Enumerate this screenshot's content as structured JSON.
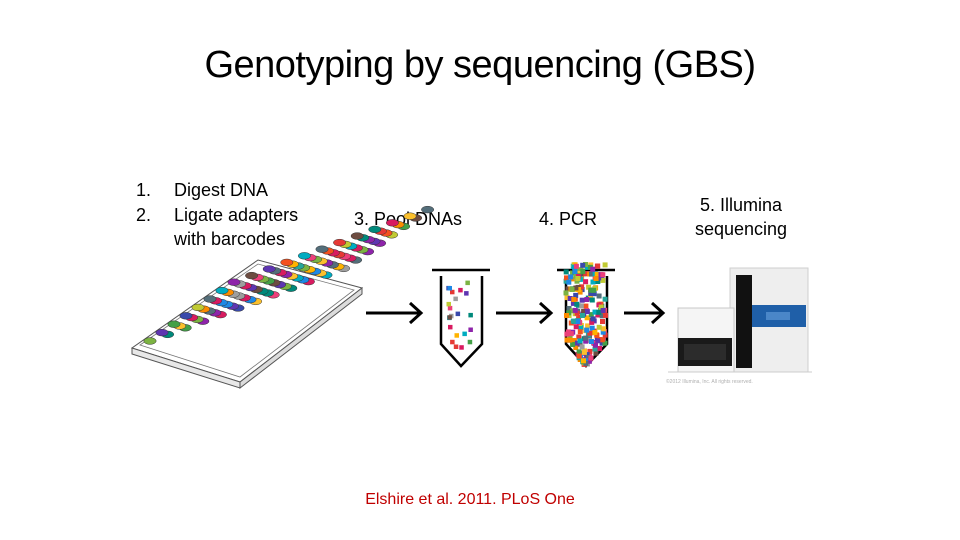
{
  "slide": {
    "title": "Genotyping by sequencing (GBS)",
    "steps_left": [
      {
        "num": "1.",
        "text": "Digest DNA"
      },
      {
        "num": "2.",
        "text": "Ligate adapters"
      },
      {
        "num": "",
        "text": "with barcodes"
      }
    ],
    "step3": "3. Pool DNAs",
    "step4": "4. PCR",
    "step5_line1": "5.  Illumina",
    "step5_line2": "sequencing",
    "citation": "Elshire et al. 2011. PLoS One"
  },
  "colors": {
    "title": "#000000",
    "citation": "#c00000",
    "arrow": "#000000",
    "sequencer_panel": "#1f5fa8"
  },
  "icons": [
    "plate-96-well-icon",
    "arrow-right-icon",
    "tube-icon",
    "sequencer-icon"
  ]
}
